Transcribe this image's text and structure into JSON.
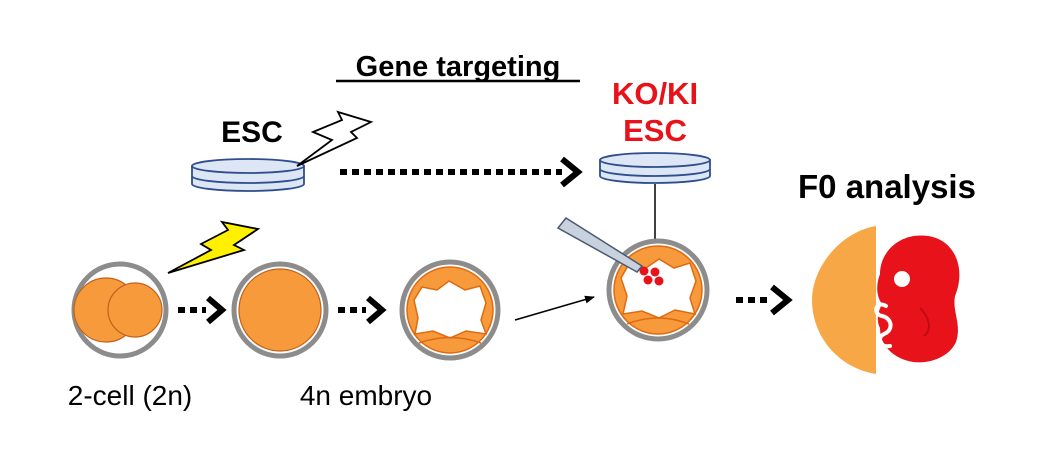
{
  "title": "Gene targeting",
  "labels": {
    "esc": "ESC",
    "ko_ki_line1": "KO/KI",
    "ko_ki_line2": "ESC",
    "f0": "F0 analysis",
    "two_cell": "2-cell (2n)",
    "four_n": "4n embryo"
  },
  "colors": {
    "embryo_orange": "#F79A3C",
    "embryo_outline": "#E06A10",
    "zona_gray": "#8C8C8C",
    "dish_blue": "#DDE6F5",
    "dish_outline": "#2F4E8C",
    "highlight_red": "#E8131A",
    "bolt_yellow": "#FFF000",
    "text": "#000000"
  }
}
